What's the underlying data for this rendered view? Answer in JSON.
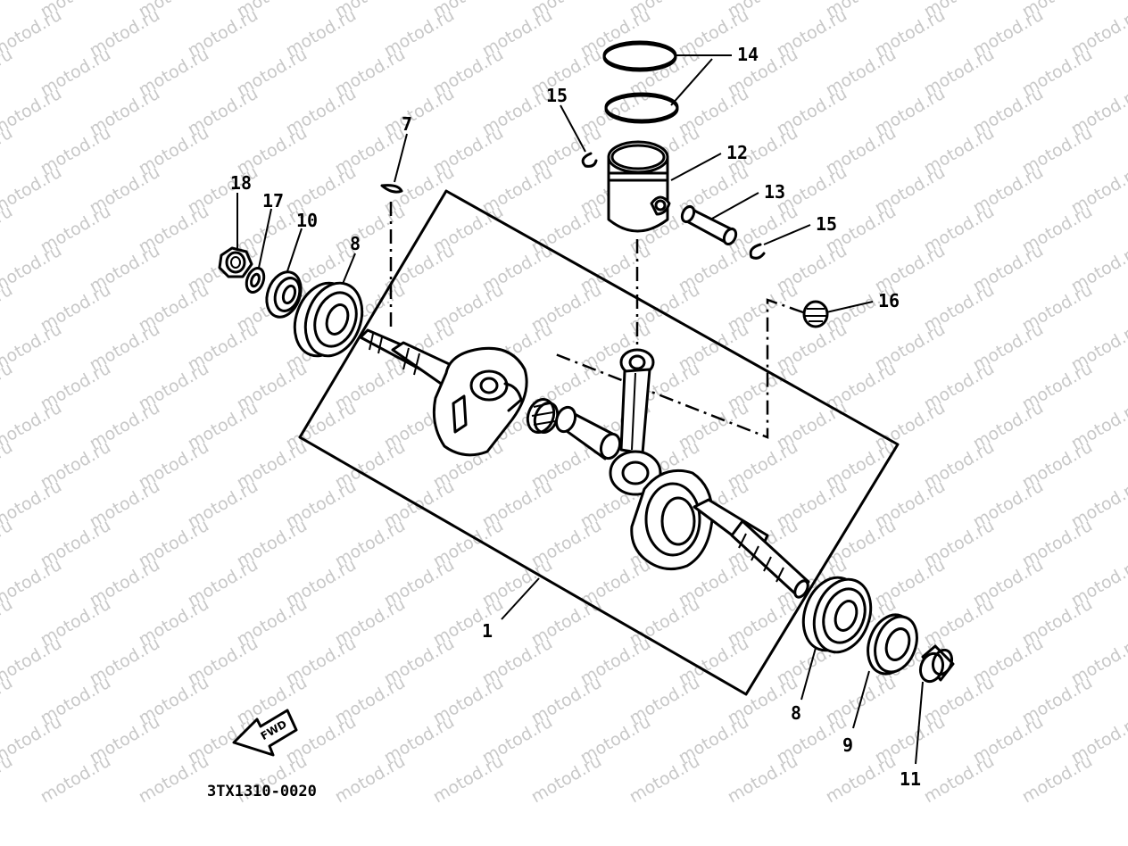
{
  "watermark": "motod.ru",
  "diagram_code": "3TX1310-0020",
  "forward_arrow": {
    "text": "FWD",
    "icon": "forward-arrow-icon"
  },
  "callouts": {
    "c1": "1",
    "c7": "7",
    "c8a": "8",
    "c8b": "8",
    "c9": "9",
    "c10": "10",
    "c11": "11",
    "c12": "12",
    "c13": "13",
    "c14": "14",
    "c15a": "15",
    "c15b": "15",
    "c16": "16",
    "c17": "17",
    "c18": "18"
  },
  "colors": {
    "ink": "#000000",
    "watermark": "#c8c8c8",
    "background": "#ffffff"
  }
}
